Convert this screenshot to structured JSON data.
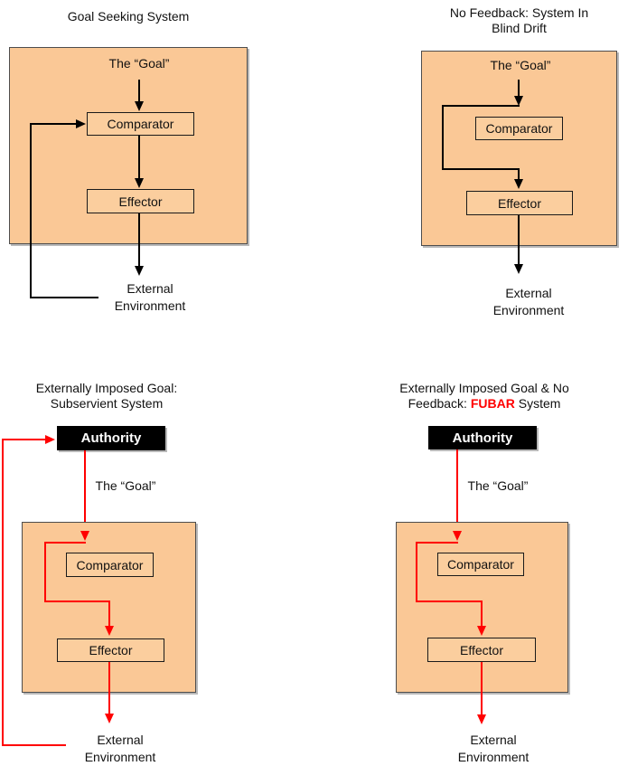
{
  "colors": {
    "panel_fill": "#FAC896",
    "node_fill": "#FBCE9E",
    "panel_border": "#4d4d4d",
    "box_border": "#1a1a1a",
    "line_black": "#000000",
    "line_red": "#FF0000",
    "authority_bg": "#000000",
    "authority_text": "#FFFFFF",
    "fubar_highlight": "#FF0000"
  },
  "diagrams": {
    "goal_seeking": {
      "title": "Goal Seeking System",
      "goal": "The “Goal”",
      "comparator": "Comparator",
      "effector": "Effector",
      "env1": "External",
      "env2": "Environment"
    },
    "blind_drift": {
      "title1": "No Feedback: System In",
      "title2": "Blind Drift",
      "goal": "The “Goal”",
      "comparator": "Comparator",
      "effector": "Effector",
      "env1": "External",
      "env2": "Environment"
    },
    "subservient": {
      "title1": "Externally Imposed Goal:",
      "title2": "Subservient System",
      "authority": "Authority",
      "goal": "The “Goal”",
      "comparator": "Comparator",
      "effector": "Effector",
      "env1": "External",
      "env2": "Environment"
    },
    "fubar": {
      "title1": "Externally Imposed Goal & No",
      "title2_prefix": "Feedback: ",
      "title2_highlight": "FUBAR",
      "title2_suffix": " System",
      "authority": "Authority",
      "goal": "The “Goal”",
      "comparator": "Comparator",
      "effector": "Effector",
      "env1": "External",
      "env2": "Environment"
    }
  }
}
